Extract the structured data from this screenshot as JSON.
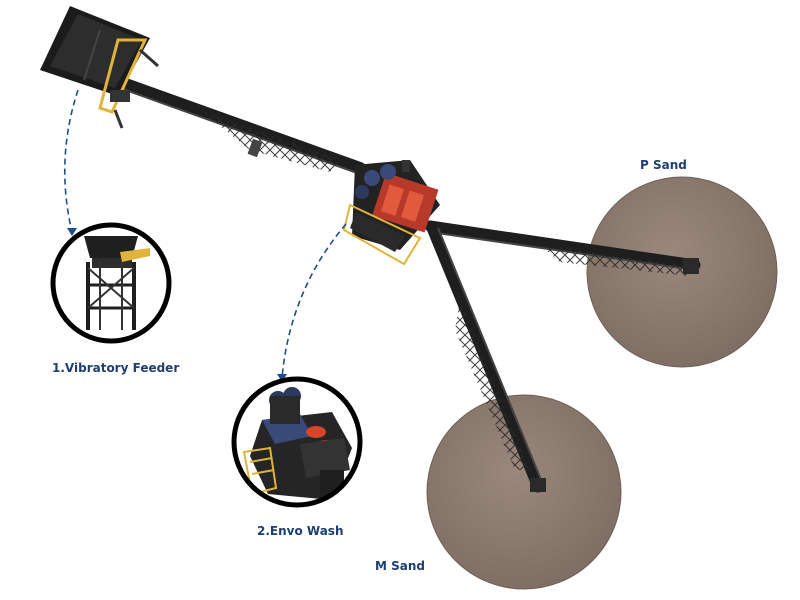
{
  "labels": {
    "vibratory_feeder": "1.Vibratory Feeder",
    "envo_wash": "2.Envo Wash",
    "p_sand": "P Sand",
    "m_sand": "M Sand"
  },
  "colors": {
    "label_text": "#1f3f6e",
    "leader_line": "#1f4e8c",
    "sand_pile": "#8f7d71",
    "sand_pile_dark": "#7e6d62",
    "machinery": "#1e1e1e",
    "frame": "#2b2b2b",
    "accent_yellow": "#e0b43a",
    "accent_red": "#d6452a",
    "accent_blue": "#3a4a78"
  },
  "icons": {
    "feeder_detail": "vibratory-feeder-icon",
    "wash_detail": "envo-wash-icon"
  }
}
